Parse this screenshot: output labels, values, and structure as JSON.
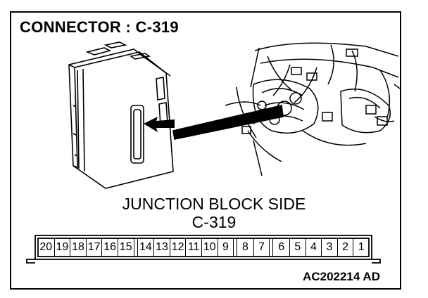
{
  "title": "CONNECTOR : C-319",
  "caption_line1": "JUNCTION BLOCK SIDE",
  "caption_line2": "C-319",
  "figure_id": "AC202214 AD",
  "connector_pins": [
    "20",
    "19",
    "18",
    "17",
    "16",
    "15",
    "14",
    "13",
    "12",
    "11",
    "10",
    "9",
    "8",
    "7",
    "6",
    "5",
    "4",
    "3",
    "2",
    "1"
  ],
  "pin_groups": [
    6,
    6,
    2,
    6
  ],
  "colors": {
    "ink": "#000000",
    "paper": "#ffffff"
  }
}
